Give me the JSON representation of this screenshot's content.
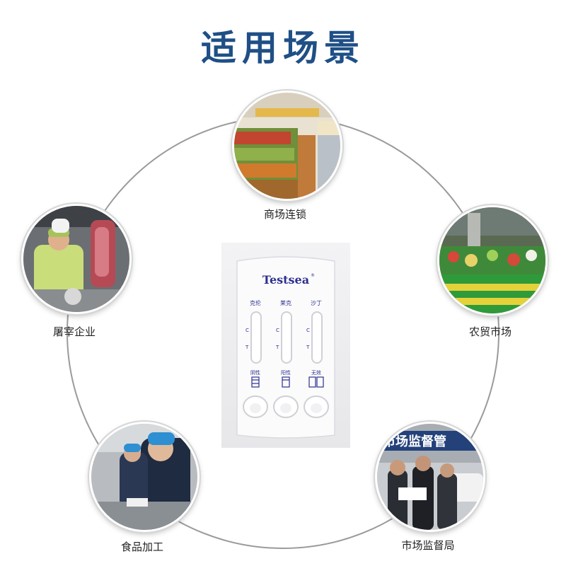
{
  "title": "适用场景",
  "scenes": [
    {
      "label": "商场连锁",
      "picture": "supermarket produce aisle"
    },
    {
      "label": "屠宰企业",
      "picture": "worker processing meat carcass"
    },
    {
      "label": "农贸市场",
      "picture": "vegetable market stall"
    },
    {
      "label": "食品加工",
      "picture": "lab technicians testing samples"
    },
    {
      "label": "市场监督局",
      "picture": "officials outside market supervision office"
    }
  ],
  "device": {
    "brand": "Testsea",
    "channels": [
      "克伦",
      "莱克",
      "沙丁"
    ],
    "line_marks": {
      "control": "C",
      "test": "T"
    },
    "result_keys": [
      "阴性",
      "阳性",
      "无效"
    ]
  },
  "sign_text": "市场监督管",
  "colors": {
    "title": "#1f4f86",
    "device_text": "#2c2f8f",
    "ring": "#9a9a9a"
  }
}
